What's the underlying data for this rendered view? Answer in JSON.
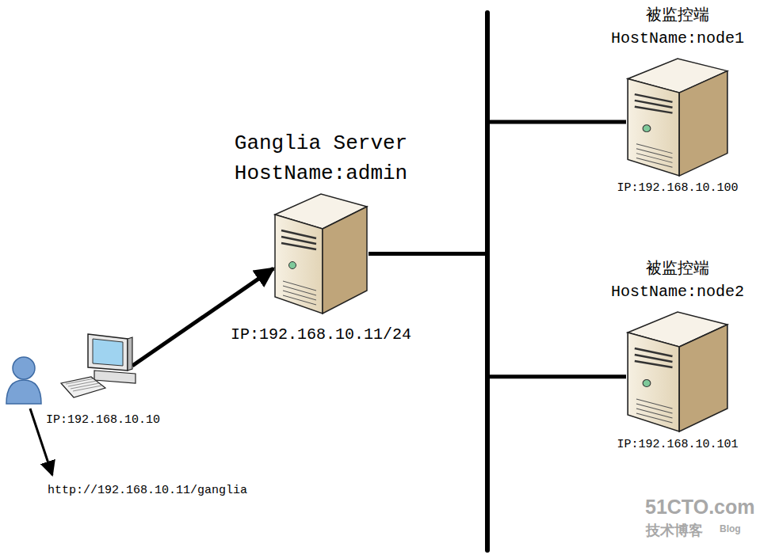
{
  "diagram": {
    "nodes": [
      {
        "text": [
          "Ganglia Server",
          "HostName:admin",
          "IP:192.168.10.11/24"
        ]
      },
      {
        "text": [
          "被监控端",
          "HostName:node1",
          "IP:192.168.10.100"
        ]
      },
      {
        "text": [
          "被监控端",
          "HostName:node2",
          "IP:192.168.10.101"
        ]
      },
      {
        "text": [
          "IP:192.168.10.10"
        ]
      }
    ],
    "edges": [
      {
        "from": 3,
        "to": 0,
        "arrow": "to"
      },
      {
        "from": 0,
        "to": 1,
        "arrow": "none"
      },
      {
        "from": 0,
        "to": 2,
        "arrow": "none"
      }
    ],
    "labels": [
      "http://192.168.10.11/ganglia",
      "51CTO.com",
      "技术博客",
      "Blog"
    ]
  }
}
